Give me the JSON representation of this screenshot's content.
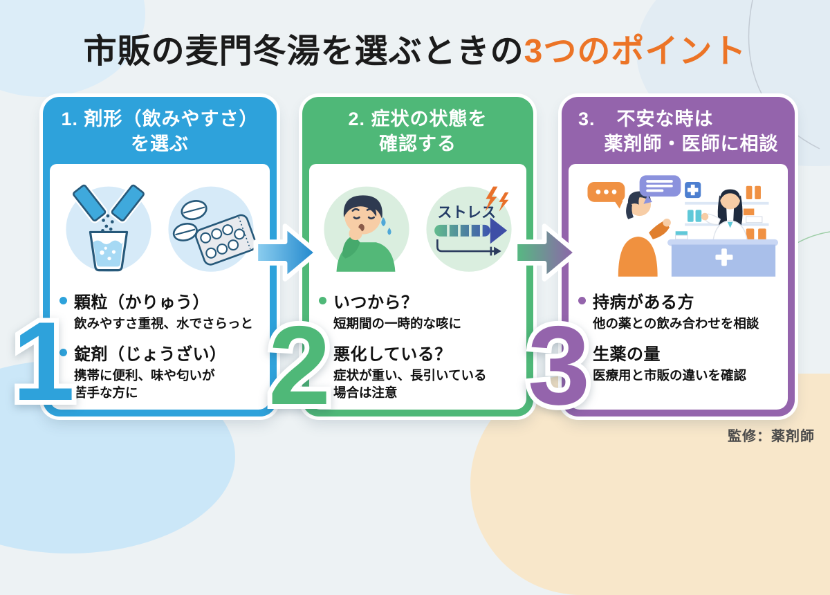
{
  "title": {
    "prefix": "市販の麦門冬湯を選ぶときの",
    "highlight": "3つのポイント"
  },
  "colors": {
    "accent_orange": "#EC7426",
    "card1_blue": "#2EA2DB",
    "card2_green": "#4FB878",
    "card3_purple": "#9464AC",
    "background": "#EDF2F4",
    "peach_blob": "#F8E7CA"
  },
  "cards": [
    {
      "number": "1",
      "header": {
        "line1": "1. 剤形（飲みやすさ）",
        "line2": "を選ぶ"
      },
      "bullets": [
        {
          "title": "顆粒（かりゅう）",
          "desc": "飲みやすさ重視、水でさらっと"
        },
        {
          "title": "錠剤（じょうざい）",
          "desc": "携帯に便利、味や匂いが\n苦手な方に"
        }
      ]
    },
    {
      "number": "2",
      "header": {
        "line1": "2. 症状の状態を",
        "line2": "確認する"
      },
      "illustration": {
        "stress_label": "ストレス"
      },
      "bullets": [
        {
          "title": "いつから？",
          "desc": "短期間の一時的な咳に"
        },
        {
          "title": "悪化している？",
          "desc": "症状が重い、長引いている\n場合は注意"
        }
      ]
    },
    {
      "number": "3",
      "header": {
        "prefix": "3.",
        "line1": "不安な時は",
        "line2": "薬剤師・医師に相談"
      },
      "bullets": [
        {
          "title": "持病がある方",
          "desc": "他の薬との飲み合わせを相談"
        },
        {
          "title": "生薬の量",
          "desc": "医療用と市販の違いを確認"
        }
      ]
    }
  ],
  "footer": {
    "supervision": "監修：薬剤師"
  }
}
